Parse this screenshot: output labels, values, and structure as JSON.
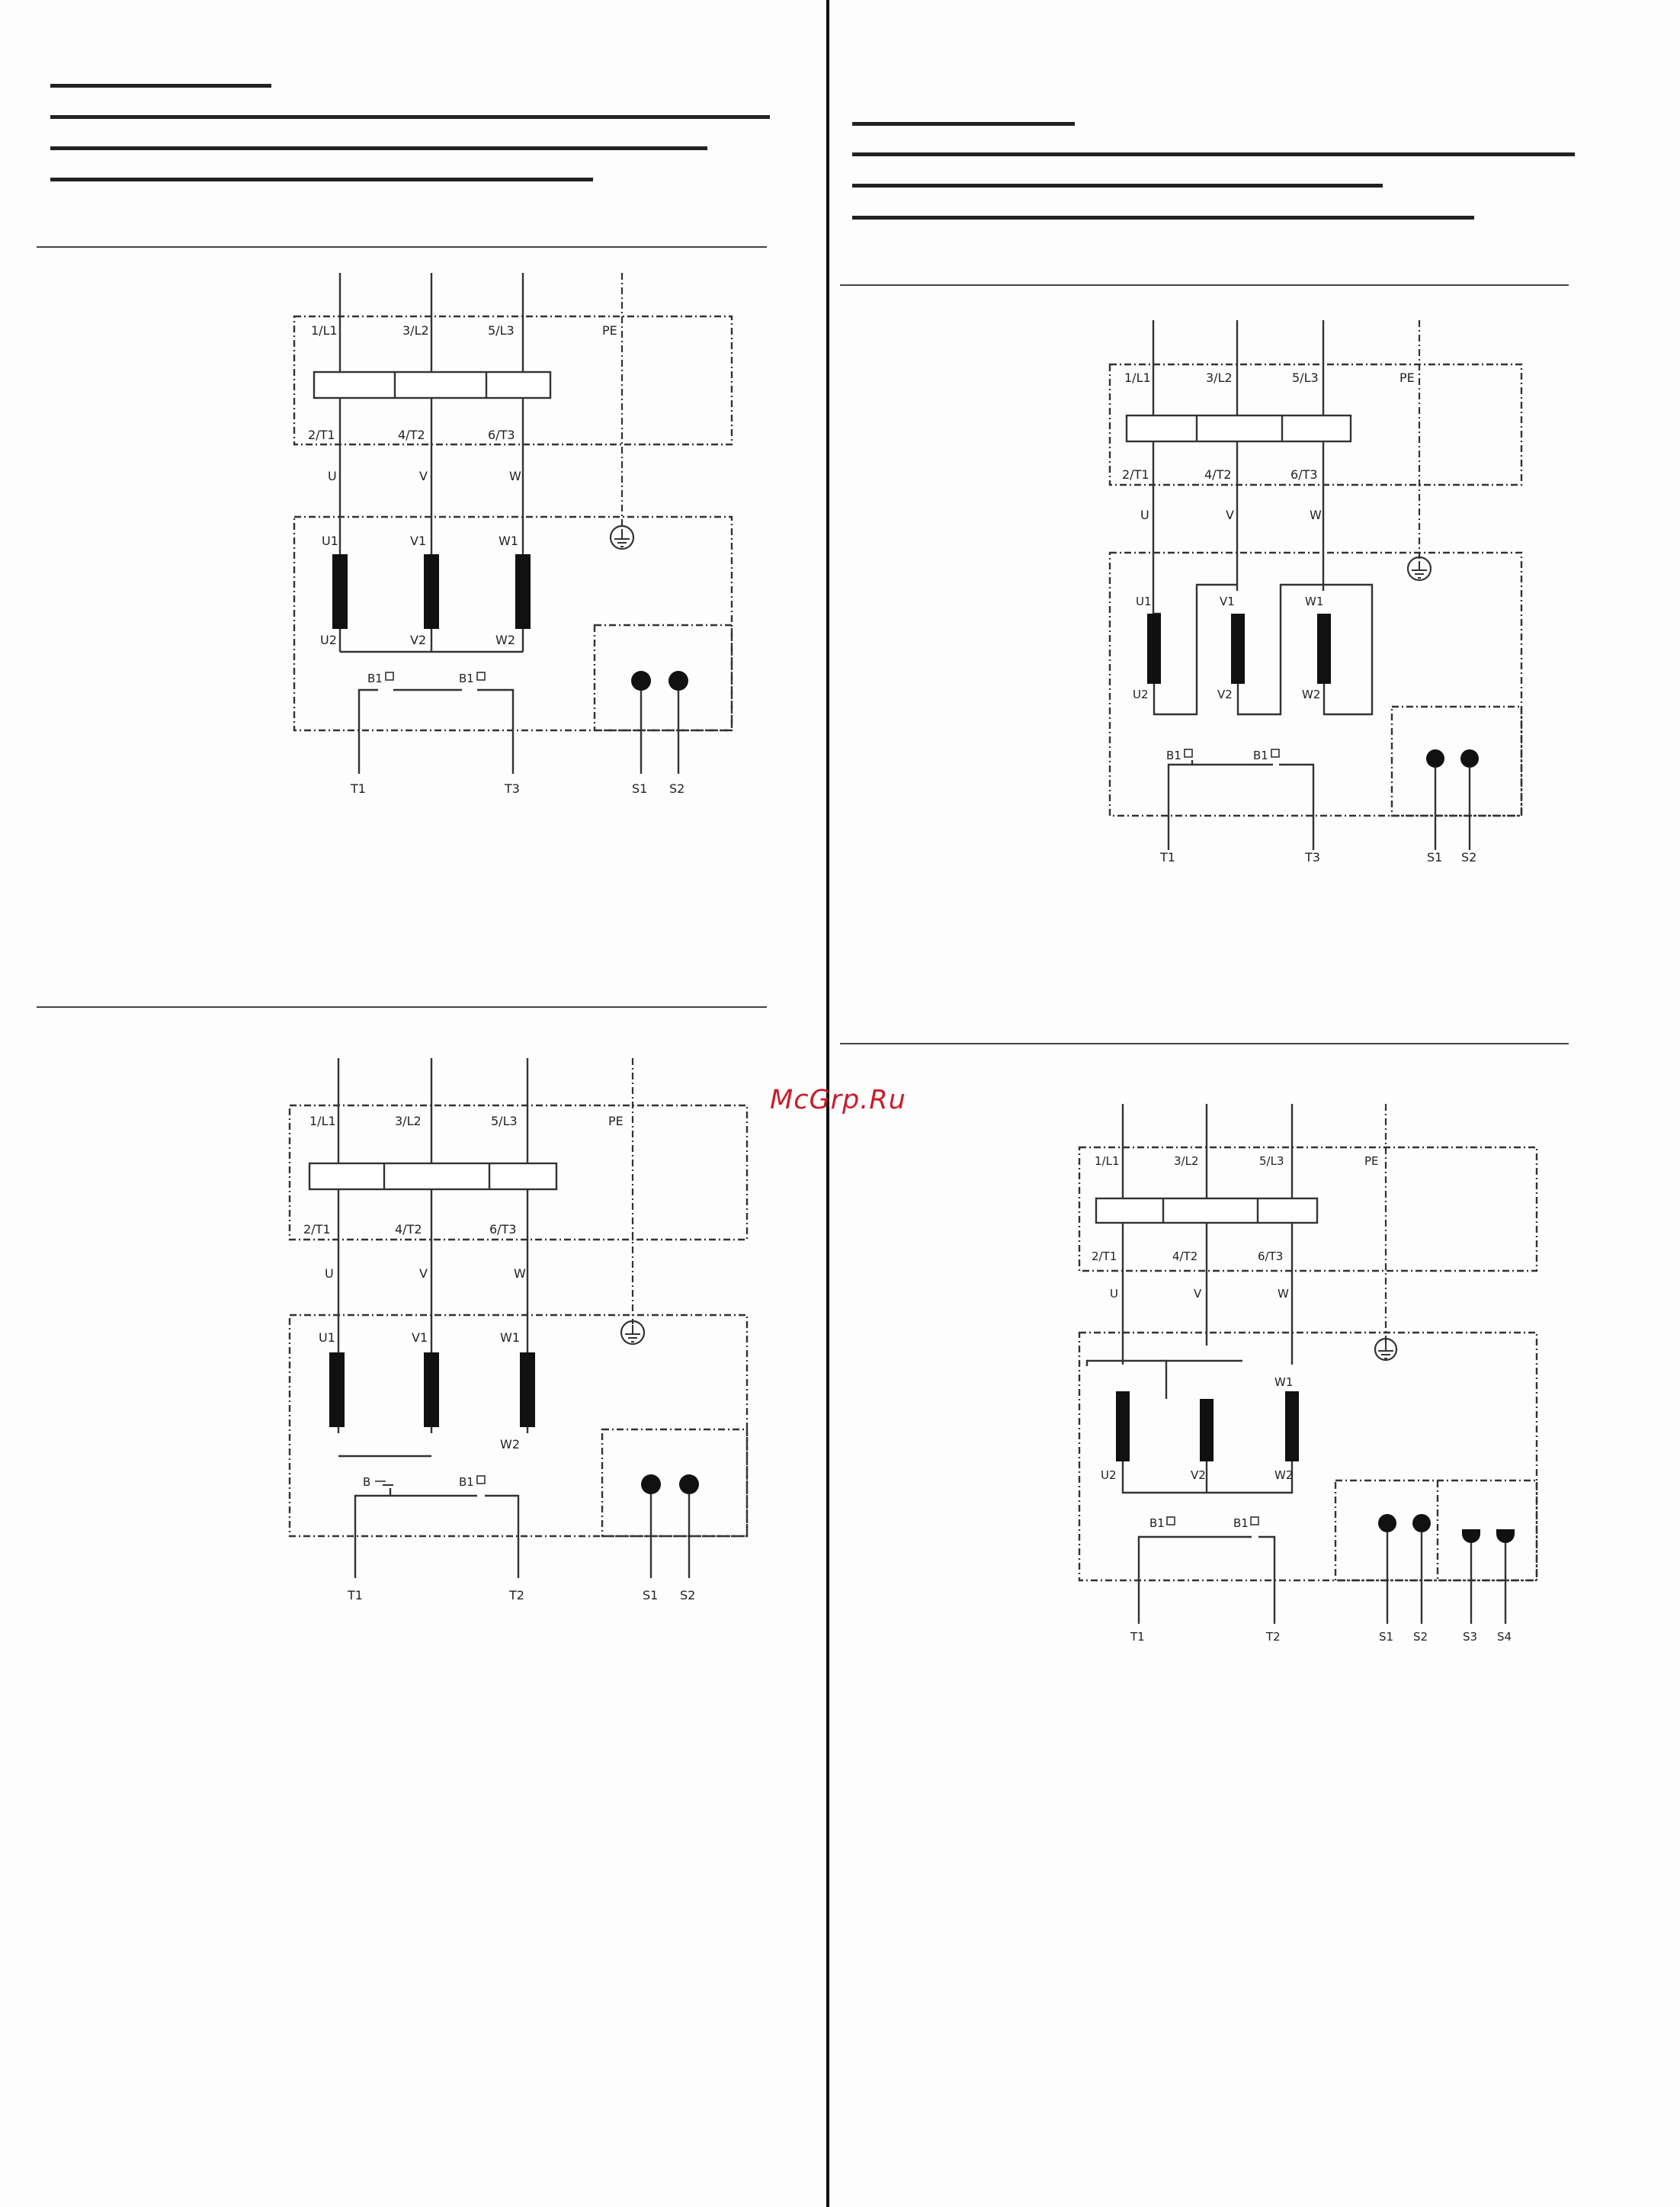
{
  "watermark": "McGrp.Ru",
  "terminal_labels": {
    "l1": "1/L1",
    "l2": "3/L2",
    "l3": "5/L3",
    "pe": "PE",
    "t1": "2/T1",
    "t2": "4/T2",
    "t3": "6/T3",
    "u": "U",
    "v": "V",
    "w": "W",
    "u1": "U1",
    "v1": "V1",
    "w1": "W1",
    "u2": "U2",
    "v2": "V2",
    "w2": "W2",
    "b1": "B1"
  },
  "diagrams": [
    {
      "outputs": [
        "T1",
        "T3",
        "S1",
        "S2"
      ]
    },
    {
      "outputs": [
        "T1",
        "T3",
        "S1",
        "S2"
      ]
    },
    {
      "sensor_left": "B",
      "outputs": [
        "T1",
        "T2",
        "S1",
        "S2"
      ]
    },
    {
      "outputs": [
        "T1",
        "T2",
        "S1",
        "S2",
        "S3",
        "S4"
      ]
    }
  ]
}
